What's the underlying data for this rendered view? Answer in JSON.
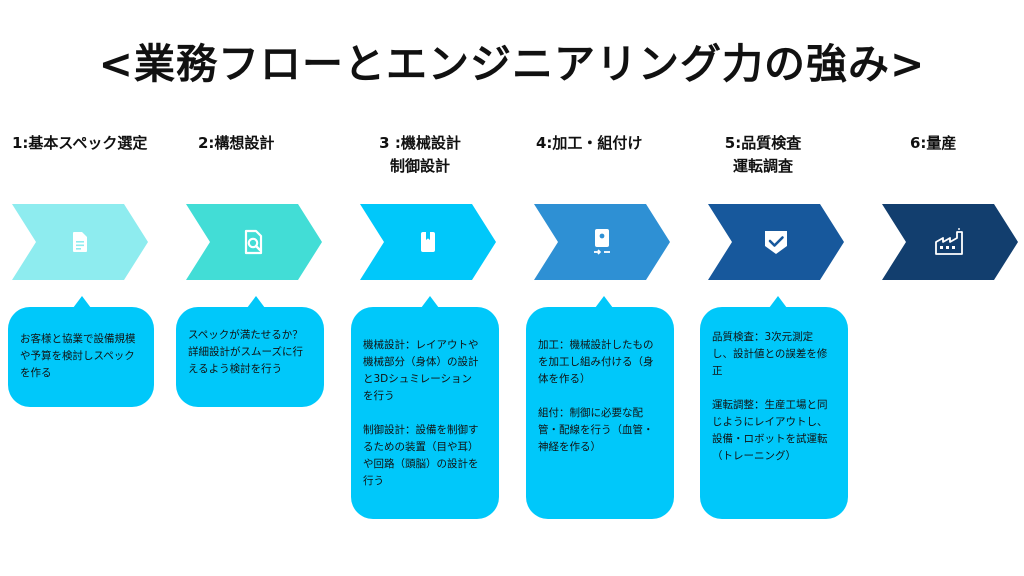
{
  "title": "<業務フローとエンジニアリング力の強み>",
  "steps": [
    {
      "label1": "1:基本スペック選定",
      "label2": "",
      "color": "#8eecef",
      "icon": "document-icon",
      "desc": [
        "お客様と協業で設備規模",
        "や予算を検討しスペック",
        "を作る"
      ]
    },
    {
      "label1": "2:構想設計",
      "label2": "",
      "color": "#42ddd6",
      "icon": "document-search-icon",
      "desc": [
        "スペックが満たせるか？",
        "詳細設計がスムーズに行",
        "えるよう検討を行う"
      ]
    },
    {
      "label1": "3 :機械設計",
      "label2": "制御設計",
      "color": "#00c8fa",
      "icon": "book-icon",
      "desc": [
        "機械設計：レイアウトや",
        "機械部分（身体）の設計",
        "と3Dシュミレーション",
        "を行う",
        "",
        "制御設計：設備を制御す",
        "るための装置（目や耳）",
        "や回路（頭脳）の設計を",
        "行う"
      ]
    },
    {
      "label1": "4:加工・組付け",
      "label2": "",
      "color": "#2e90d4",
      "icon": "device-icon",
      "desc": [
        "加工：機械設計したもの",
        "を加工し組み付ける（身",
        "体を作る）",
        "",
        "組付：制御に必要な配",
        "管・配線を行う（血管・",
        "神経を作る）"
      ]
    },
    {
      "label1": "5:品質検査",
      "label2": "運転調査",
      "color": "#17589c",
      "icon": "shield-check-icon",
      "desc": [
        "品質検査：3次元測定",
        "し、設計値との誤差を修",
        "正",
        "",
        "運転調整：生産工場と同",
        "じようにレイアウトし、",
        "設備・ロボットを試運転",
        "（トレーニング）"
      ]
    },
    {
      "label1": "6:量産",
      "label2": "",
      "color": "#123e6e",
      "icon": "factory-icon",
      "desc": []
    }
  ]
}
